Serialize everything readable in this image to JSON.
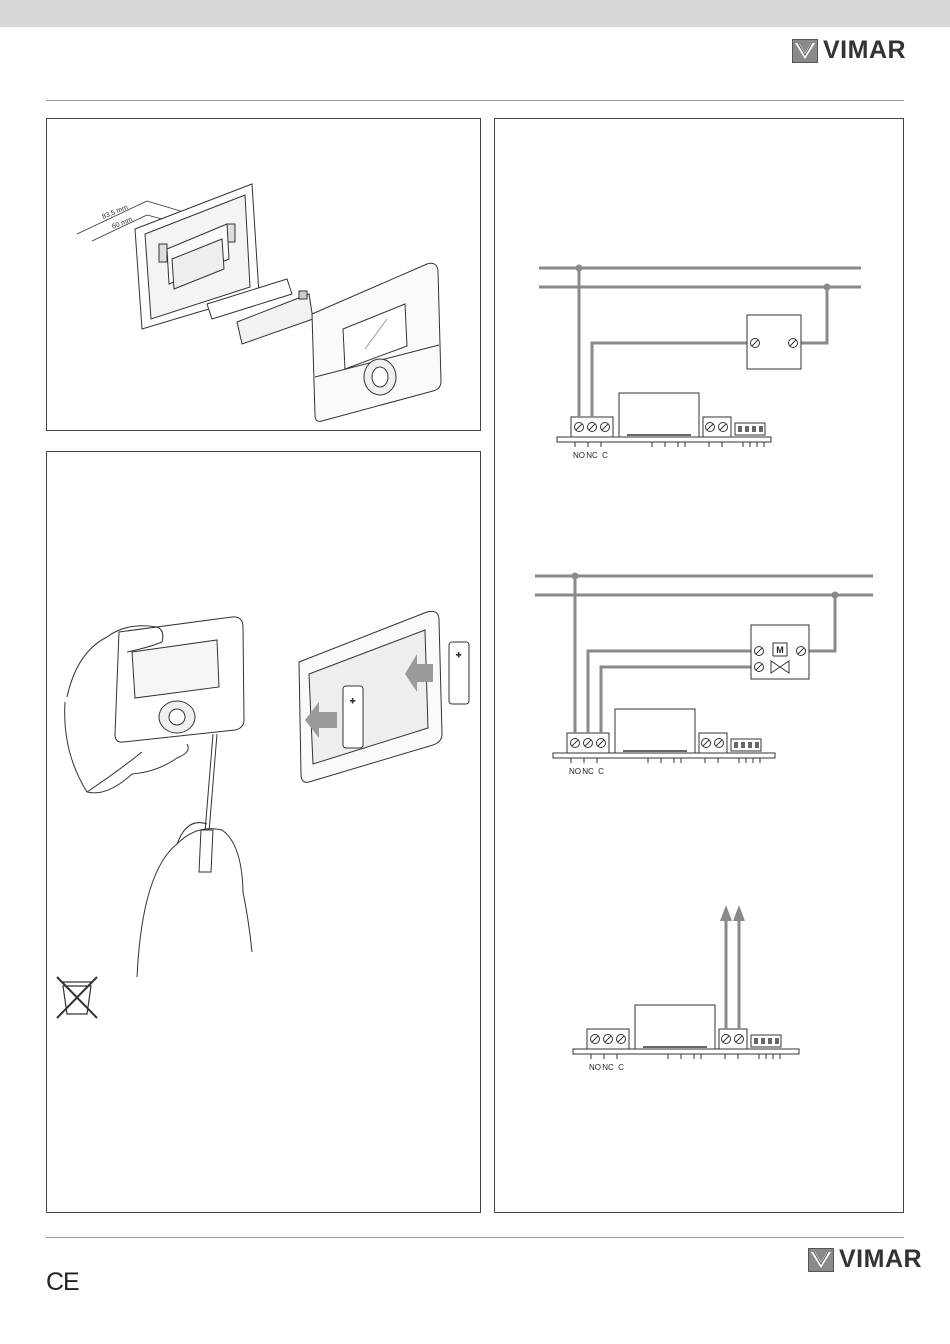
{
  "header": {
    "brand": "VIMAR"
  },
  "footer": {
    "brand": "VIMAR",
    "ce_mark": "CE"
  },
  "mounting_figure": {
    "dim_outer": "83,5 mm",
    "dim_inner": "60 mm"
  },
  "wiring": {
    "terminal_labels": {
      "no": "NO",
      "nc": "NC",
      "c": "C"
    },
    "valve_label": "M"
  },
  "colors": {
    "wire": "#8a8a8a",
    "line": "#333333"
  }
}
